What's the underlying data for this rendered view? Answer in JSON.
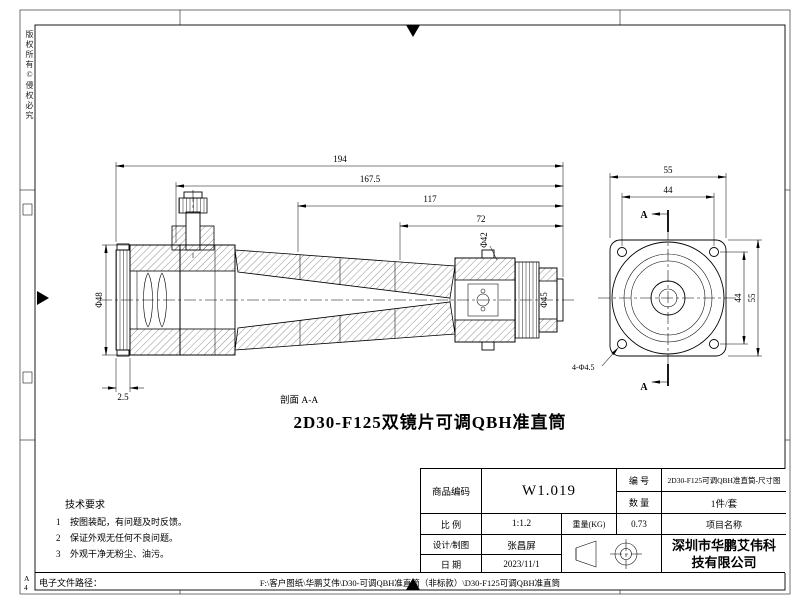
{
  "page": {
    "sheet_code": "A4",
    "copyright_vertical": "版权所有©侵权必究"
  },
  "drawing": {
    "title": "2D30-F125双镜片可调QBH准直筒",
    "section_label": "剖面 A-A",
    "side_dims": {
      "len_194": "194",
      "len_167_5": "167.5",
      "len_117": "117",
      "len_72": "72",
      "dia_42": "Φ42",
      "dia_48": "Φ48",
      "dia_45": "Φ45",
      "len_2_5": "2.5"
    },
    "front_dims": {
      "width_55": "55",
      "width_44": "44",
      "height_44": "44",
      "height_55": "55",
      "holes": "4-Φ4.5",
      "section_a_top": "A",
      "section_a_bottom": "A"
    }
  },
  "tech_requirements": {
    "heading": "技术要求",
    "items": [
      {
        "num": "1",
        "text": "按图装配，有问题及时反馈。"
      },
      {
        "num": "2",
        "text": "保证外观无任何不良问题。"
      },
      {
        "num": "3",
        "text": "外观干净无粉尘、油污。"
      }
    ]
  },
  "title_block": {
    "product_code_label": "商品编码",
    "product_code": "W1.019",
    "number_label": "编 号",
    "number_value": "2D30-F125可调QBH准直筒-尺寸图",
    "quantity_label": "数 量",
    "quantity_value": "1件/套",
    "scale_label": "比 例",
    "scale_value": "1:1.2",
    "weight_label": "重量(KG)",
    "weight_value": "0.73",
    "project_label": "项目名称",
    "designer_label": "设计/制图",
    "designer_value": "张昌屏",
    "date_label": "日 期",
    "date_value": "2023/11/1",
    "company_line1": "深圳市华鹏艾伟科",
    "company_line2": "技有限公司"
  },
  "footer": {
    "path_label": "电子文件路径：",
    "path_value": "F:\\客户图纸\\华鹏艾伟\\D30-可调QBH准直筒（非标款）\\D30-F125可调QBH准直筒"
  }
}
